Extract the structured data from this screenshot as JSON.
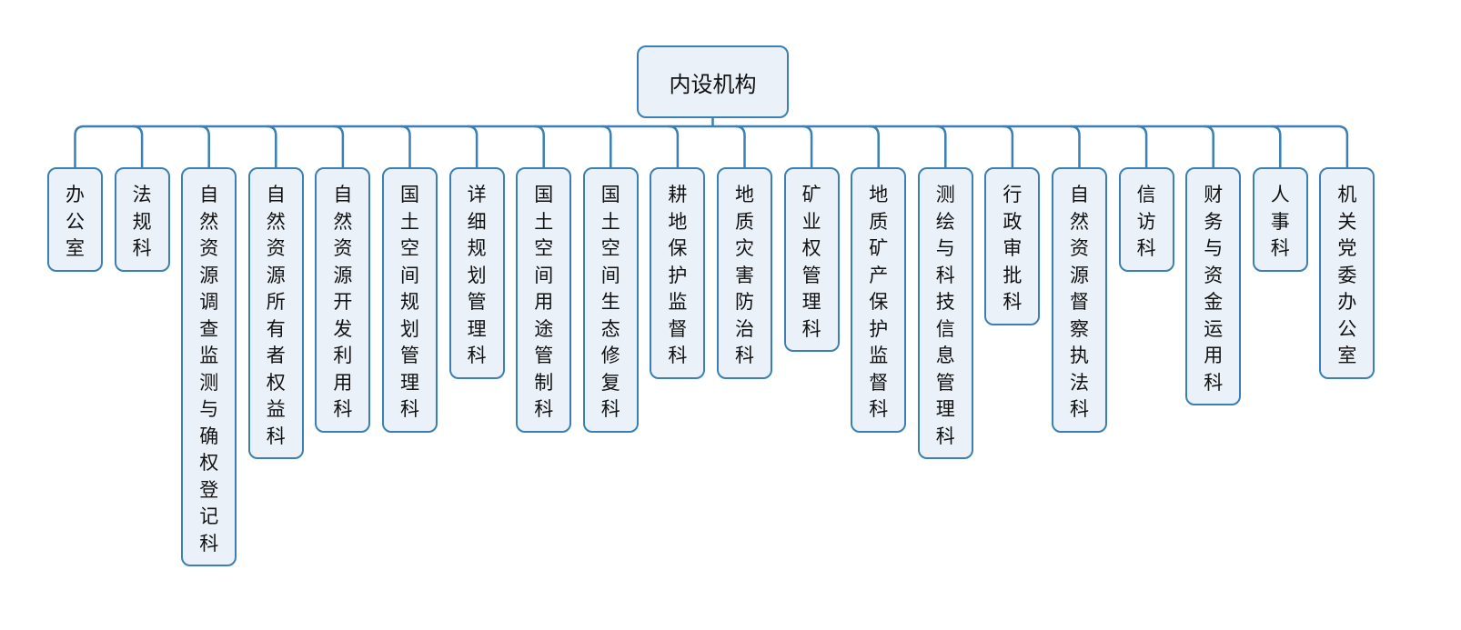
{
  "root": {
    "label": "内设机构"
  },
  "departments": [
    {
      "label": "办公室"
    },
    {
      "label": "法规科"
    },
    {
      "label": "自然资源调查监测与确权登记科"
    },
    {
      "label": "自然资源所有者权益科"
    },
    {
      "label": "自然资源开发利用科"
    },
    {
      "label": "国土空间规划管理科"
    },
    {
      "label": "详细规划管理科"
    },
    {
      "label": "国土空间用途管制科"
    },
    {
      "label": "国土空间生态修复科"
    },
    {
      "label": "耕地保护监督科"
    },
    {
      "label": "地质灾害防治科"
    },
    {
      "label": "矿业权管理科"
    },
    {
      "label": "地质矿产保护监督科"
    },
    {
      "label": "测绘与科技信息管理科"
    },
    {
      "label": "行政审批科"
    },
    {
      "label": "自然资源督察执法科"
    },
    {
      "label": "信访科"
    },
    {
      "label": "财务与资金运用科"
    },
    {
      "label": "人事科"
    },
    {
      "label": "机关党委办公室"
    }
  ],
  "colors": {
    "border": "#3b7fb4",
    "fill": "#eaf1f8"
  }
}
